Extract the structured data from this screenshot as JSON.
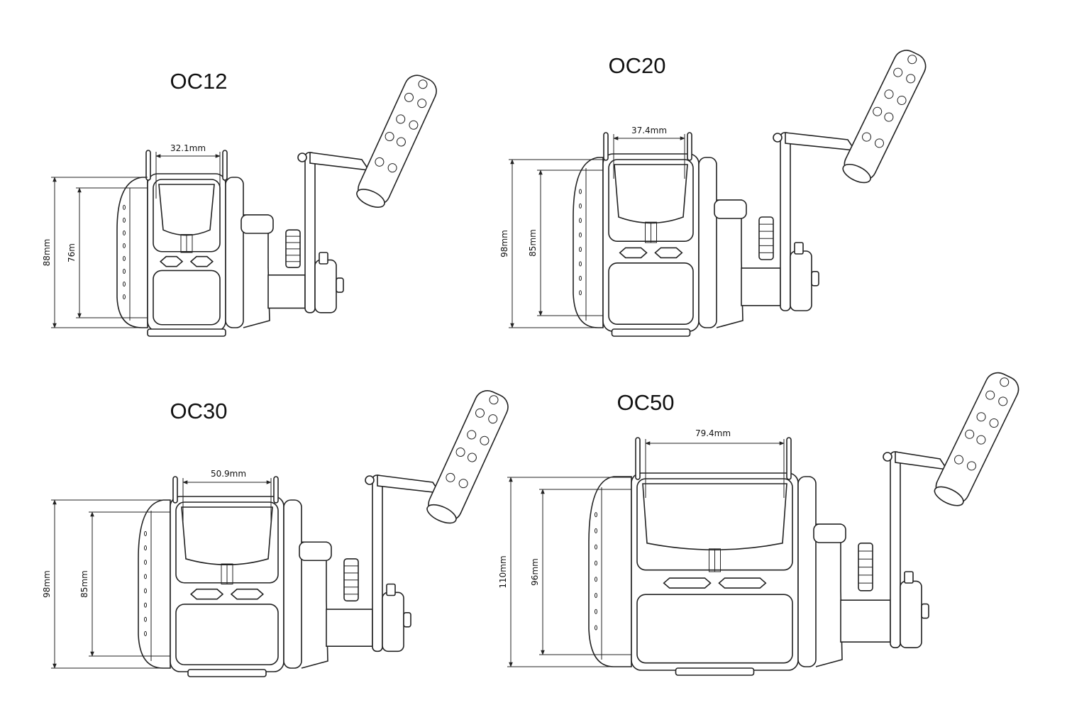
{
  "figure": {
    "reels": [
      {
        "model": "OC12",
        "width_label": "32.1mm",
        "outer_height_label": "88mm",
        "inner_height_label": "76m"
      },
      {
        "model": "OC20",
        "width_label": "37.4mm",
        "outer_height_label": "98mm",
        "inner_height_label": "85mm"
      },
      {
        "model": "OC30",
        "width_label": "50.9mm",
        "outer_height_label": "98mm",
        "inner_height_label": "85mm"
      },
      {
        "model": "OC50",
        "width_label": "79.4mm",
        "outer_height_label": "110mm",
        "inner_height_label": "96mm"
      }
    ],
    "line_color": "#222222"
  }
}
